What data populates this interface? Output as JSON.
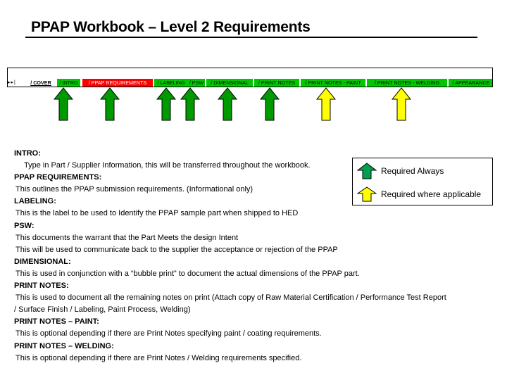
{
  "title": "PPAP Workbook – Level 2 Requirements",
  "tabs": [
    {
      "label": "COVER",
      "color": "#ffffff",
      "state": "active"
    },
    {
      "label": "INTRO",
      "color": "#00c800"
    },
    {
      "label": "PPAP REQUIREMENTS",
      "color": "#ff0000"
    },
    {
      "label": "LABELING",
      "color": "#00c800"
    },
    {
      "label": "PSW",
      "color": "#00c800"
    },
    {
      "label": "DIMENSIONAL",
      "color": "#00c800"
    },
    {
      "label": "PRINT NOTES",
      "color": "#00c800"
    },
    {
      "label": "PRINT NOTES - PAINT",
      "color": "#00c800"
    },
    {
      "label": "PRINT NOTES - WELDING",
      "color": "#00c800"
    },
    {
      "label": "APPEARANCE",
      "color": "#00c800"
    }
  ],
  "arrows": [
    {
      "color": "#009900",
      "meaning": "Required Always"
    },
    {
      "color": "#009900",
      "meaning": "Required Always"
    },
    {
      "color": "#009900",
      "meaning": "Required Always"
    },
    {
      "color": "#009900",
      "meaning": "Required Always"
    },
    {
      "color": "#009900",
      "meaning": "Required Always"
    },
    {
      "color": "#009900",
      "meaning": "Required Always"
    },
    {
      "color": "#ffff00",
      "meaning": "Required where applicable"
    },
    {
      "color": "#ffff00",
      "meaning": "Required where applicable"
    }
  ],
  "legend": {
    "required_always": {
      "label": "Required Always",
      "color": "#00a050"
    },
    "required_where_applicable": {
      "label": "Required where applicable",
      "color": "#ffff00"
    }
  },
  "sections": [
    {
      "heading": "INTRO:",
      "lines": [
        "Type in Part / Supplier Information, this will be transferred throughout the workbook."
      ]
    },
    {
      "heading": "PPAP REQUIREMENTS:",
      "lines": [
        "This outlines the PPAP submission requirements. (Informational only)"
      ]
    },
    {
      "heading": "LABELING:",
      "lines": [
        "This is the label to be used to Identify the PPAP sample part when shipped to HED"
      ]
    },
    {
      "heading": "PSW:",
      "lines": [
        "This documents the warrant that the Part Meets the design Intent",
        "This will be used to communicate back to the supplier the acceptance or rejection of the PPAP"
      ]
    },
    {
      "heading": "DIMENSIONAL:",
      "lines": [
        "This is used in conjunction with a “bubble print” to document the actual dimensions of the PPAP part."
      ]
    },
    {
      "heading": "PRINT NOTES:",
      "lines": [
        "This is used to document all the remaining notes on print (Attach copy of Raw Material Certification / Performance Test Report",
        "/ Surface Finish / Labeling, Paint Process, Welding)"
      ]
    },
    {
      "heading": "PRINT NOTES – PAINT:",
      "lines": [
        "This is optional depending if there are Print Notes specifying paint / coating requirements."
      ]
    },
    {
      "heading": "PRINT NOTES – WELDING:",
      "lines": [
        "This is optional depending if there are Print Notes / Welding requirements specified."
      ]
    }
  ]
}
